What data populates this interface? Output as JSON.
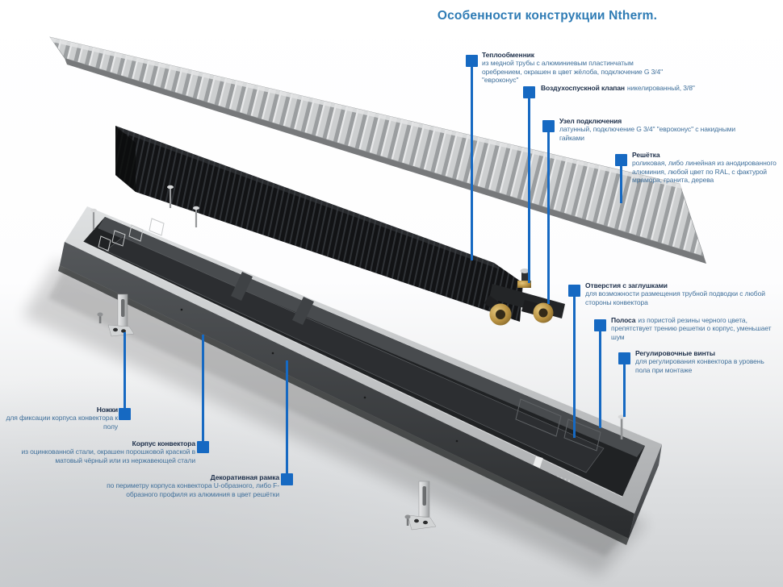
{
  "title": {
    "text": "Особенности конструкции Ntherm."
  },
  "colors": {
    "accent_blue": "#1669c2",
    "title_blue": "#2f7cb5",
    "callout_title": "#1c2e49",
    "callout_text": "#40709b",
    "grille_metal": "#cdcfd0",
    "exchanger_black": "#121315",
    "body_gray": "#3c3f42",
    "rim_silver": "#c7c9ca",
    "brass": "#c09a4e"
  },
  "callouts": [
    {
      "id": "heat-exchanger",
      "title": "Теплообменник",
      "desc": "из медной трубы с алюминиевым пластинчатым оребрением, окрашен в цвет жёлоба, подключение G 3/4\" \"евроконус\""
    },
    {
      "id": "air-valve",
      "title": "Воздухоспускной клапан",
      "desc": "никелированный, 3/8\""
    },
    {
      "id": "connection-unit",
      "title": "Узел подключения",
      "desc": "латунный, подключение G 3/4\" \"евроконус\" с накидными гайками"
    },
    {
      "id": "grille",
      "title": "Решётка",
      "desc": "роликовая, либо линейная из анодированного алюминия, любой цвет по RAL, с фактурой мрамора, гранита, дерева"
    },
    {
      "id": "holes-with-plugs",
      "title": "Отверстия с заглушками",
      "desc": "для возможности размещения трубной подводки с любой стороны конвектора"
    },
    {
      "id": "strip",
      "title": "Полоса",
      "desc": "из пористой резины черного цвета, препятствует трению решетки о корпус, уменьшает шум"
    },
    {
      "id": "adjustment-screws",
      "title": "Регулировочные винты",
      "desc": "для регулирования конвектора в уровень пола при монтаже"
    },
    {
      "id": "legs",
      "title": "Ножки",
      "desc": "для фиксации корпуса конвектора к полу"
    },
    {
      "id": "convector-body",
      "title": "Корпус конвектора",
      "desc": "из оцинкованной стали, окрашен порошковой краской в матовый чёрный или из нержавеющей стали"
    },
    {
      "id": "decorative-frame",
      "title": "Декоративная рамка",
      "desc": "по периметру корпуса конвектора U-образного, либо F-образного профиля из алюминия в цвет решётки"
    }
  ]
}
